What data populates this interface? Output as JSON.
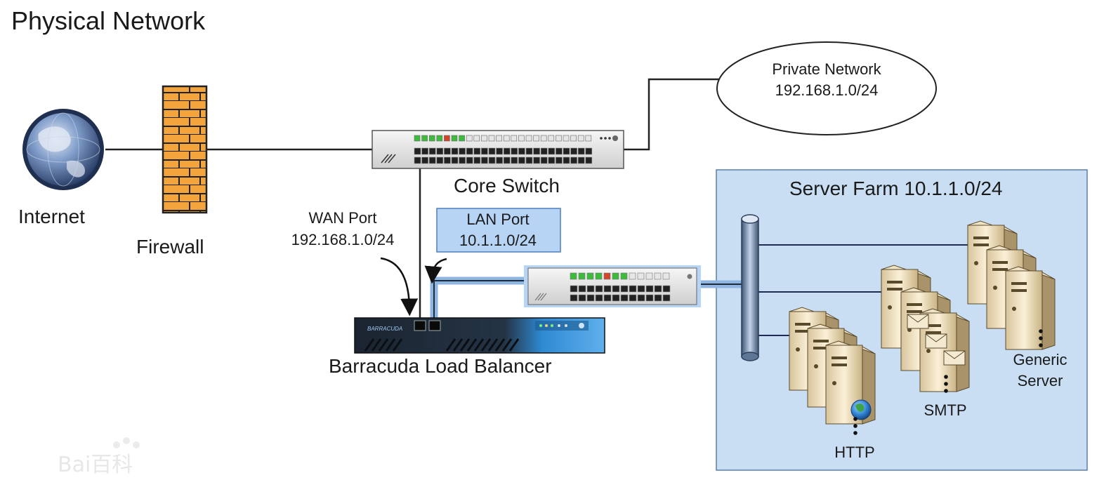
{
  "title": "Physical Network",
  "nodes": {
    "internet": {
      "label": "Internet"
    },
    "firewall": {
      "label": "Firewall"
    },
    "core_switch": {
      "label": "Core Switch"
    },
    "private_network": {
      "line1": "Private Network",
      "line2": "192.168.1.0/24"
    },
    "load_balancer": {
      "label": "Barracuda Load Balancer",
      "brand": "BARRACUDA"
    },
    "server_farm": {
      "label": "Server Farm 10.1.1.0/24"
    },
    "http": {
      "label": "HTTP"
    },
    "smtp": {
      "label": "SMTP"
    },
    "generic": {
      "line1": "Generic",
      "line2": "Server"
    }
  },
  "ports": {
    "wan": {
      "line1": "WAN Port",
      "line2": "192.168.1.0/24"
    },
    "lan": {
      "line1": "LAN Port",
      "line2": "10.1.1.0/24"
    }
  },
  "watermark": "Bai百科",
  "colors": {
    "server_farm_bg": "#c9def3",
    "lan_box_bg": "#b8d4f5",
    "firewall_brick": "#f3a43c",
    "globe": "#3f5f95",
    "balancer_blue": "#2f8ad2",
    "bus_pipe": "#7f9ab8"
  }
}
